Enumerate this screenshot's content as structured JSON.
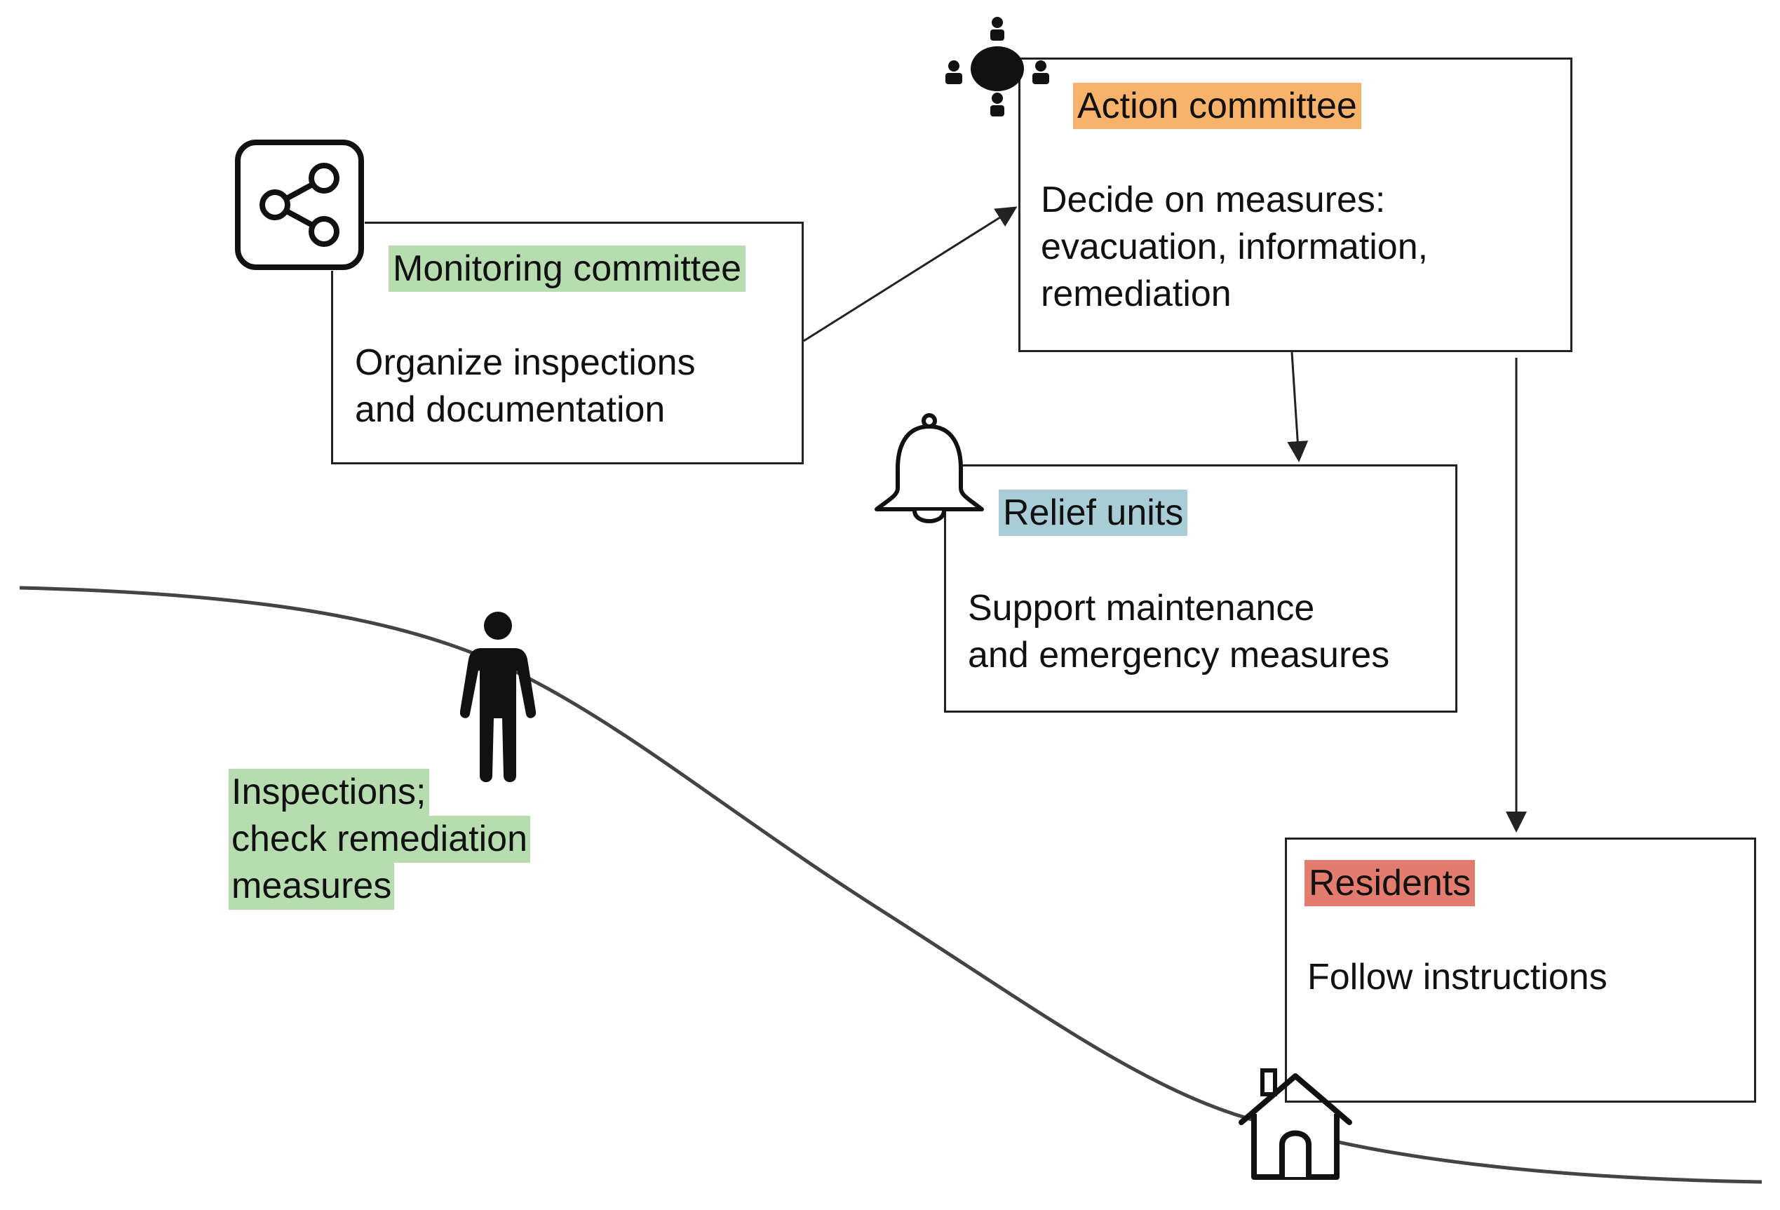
{
  "colors": {
    "green_highlight": "#b6dcb0",
    "orange_highlight": "#f7b26b",
    "blue_highlight": "#a9cdd6",
    "red_highlight": "#e27c6e",
    "stroke": "#222222"
  },
  "nodes": {
    "monitoring": {
      "title": "Monitoring committee",
      "description": [
        "Organize inspections",
        "and documentation"
      ],
      "icon": "share-icon"
    },
    "action": {
      "title": "Action committee",
      "description": [
        "Decide on measures:",
        "evacuation, information,",
        "remediation"
      ],
      "icon": "meeting-table-icon"
    },
    "relief": {
      "title": "Relief units",
      "description": [
        "Support maintenance",
        "and emergency measures"
      ],
      "icon": "bell-icon"
    },
    "residents": {
      "title": "Residents",
      "description": [
        "Follow instructions"
      ],
      "icon": "house-icon"
    }
  },
  "inspector": {
    "icon": "person-icon",
    "note": [
      "Inspections;",
      "check remediation",
      "measures"
    ]
  },
  "edges": [
    {
      "from": "monitoring",
      "to": "action"
    },
    {
      "from": "action",
      "to": "relief"
    },
    {
      "from": "action",
      "to": "residents"
    }
  ]
}
